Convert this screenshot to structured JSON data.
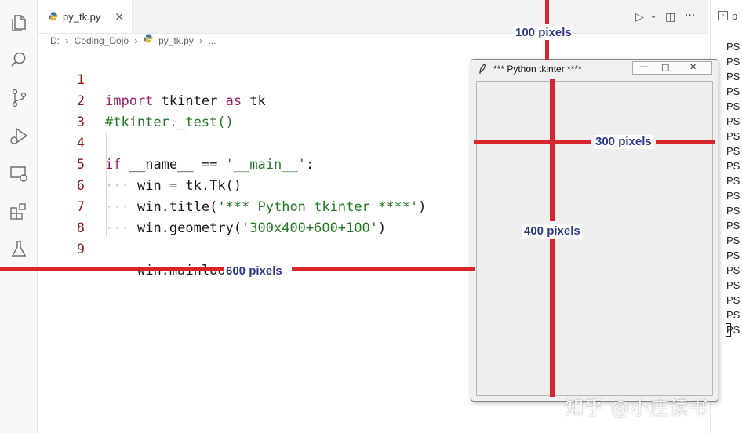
{
  "tab": {
    "filename": "py_tk.py",
    "close": "×"
  },
  "toolbar": {
    "run": "▷",
    "run_menu": "⌄",
    "split": "◫",
    "more": "···"
  },
  "breadcrumb": {
    "drive": "D:",
    "folder": "Coding_Dojo",
    "file": "py_tk.py",
    "rest": "..."
  },
  "code": {
    "line_numbers": [
      "1",
      "2",
      "3",
      "4",
      "5",
      "6",
      "7",
      "8",
      "9"
    ],
    "l1": {
      "kw": "import",
      "mod": "tkinter",
      "kw2": "as",
      "alias": "tk"
    },
    "l2": {
      "comment": "#tkinter._test()"
    },
    "l4": {
      "kw": "if",
      "name": "__name__",
      "op": "==",
      "str": "'__main__'",
      "colon": ":"
    },
    "l5": {
      "code": "win = tk.Tk()"
    },
    "l6": {
      "pre": "win.title(",
      "str": "'*** Python tkinter ****'",
      "post": ")"
    },
    "l7": {
      "pre": "win.geometry(",
      "str": "'300x400+600+100'",
      "post": ")"
    },
    "l9": {
      "code": "win.mainloop()"
    },
    "indent_dots": "···"
  },
  "tk_window": {
    "title": "*** Python tkinter ****",
    "minimize": "—",
    "maximize": "□",
    "close": "✕"
  },
  "annotations": {
    "top": "100 pixels",
    "width": "300 pixels",
    "height": "400 pixels",
    "left": "600 pixels"
  },
  "terminal": {
    "tab_label": "p",
    "prompts": [
      "PS",
      "PS",
      "PS",
      "PS",
      "PS",
      "PS",
      "PS",
      "PS",
      "PS",
      "PS",
      "PS",
      "PS",
      "PS",
      "PS",
      "PS",
      "PS",
      "PS",
      "PS",
      "PS",
      "PS"
    ]
  },
  "watermark": "知乎 @小庄读书",
  "colors": {
    "annotation_line": "#d9232d",
    "annotation_text": "#2d3a8c",
    "keyword": "#a0206b",
    "string": "#217a21"
  }
}
